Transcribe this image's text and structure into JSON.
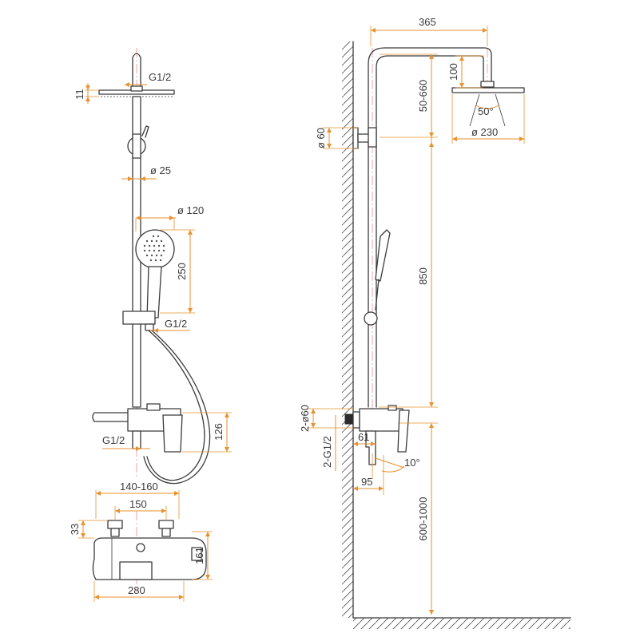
{
  "labels": {
    "left_head_thread": "G1/2",
    "left_head_height": "11",
    "pipe_diameter": "ø 25",
    "hand_diameter": "ø 120",
    "hand_length": "250",
    "hand_thread": "G1/2",
    "mixer_height": "126",
    "inlet_thread": "G1/2",
    "centers_range": "140-160",
    "centers": "150",
    "nut_height": "33",
    "body_height": "161",
    "body_width": "280",
    "arm_reach": "365",
    "riser_range": "50-660",
    "head_height": "100",
    "spray_angle": "50°",
    "head_diameter": "ø 230",
    "bracket_diameter": "ø 60",
    "rail_length": "850",
    "flange_diameter": "2-ø60",
    "wall_thread": "2-G1/2",
    "wall_offset": "61",
    "handle_angle": "10°",
    "mixer_depth": "95",
    "install_height": "600-1000"
  }
}
